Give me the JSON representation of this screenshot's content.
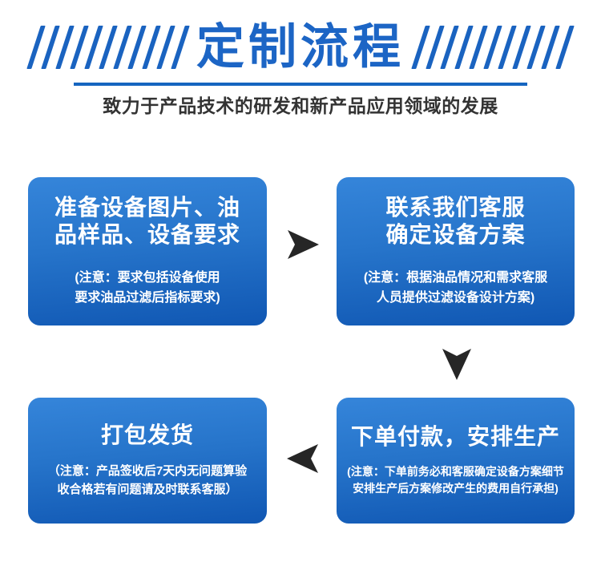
{
  "page": {
    "title": "定制流程",
    "subtitle": "致力于产品技术的研发和新产品应用领域的发展"
  },
  "decor": {
    "slash_count_left": 11,
    "slash_count_right": 11
  },
  "colors": {
    "title_blue": "#1c65c5",
    "slash_blue": "#1a63c0",
    "divider_blue": "#1565c0",
    "subtitle_text": "#333333",
    "box_top": "#3585da",
    "box_bottom": "#1057b3",
    "arrow": "#262626"
  },
  "steps": [
    {
      "title_lines": [
        "准备设备图片、油",
        "品样品、设备要求"
      ],
      "note_lines": [
        "(注意：要求包括设备使用",
        "要求油品过滤后指标要求)"
      ]
    },
    {
      "title_lines": [
        "联系我们客服",
        "确定设备方案"
      ],
      "note_lines": [
        "(注意：根据油品情况和需求客服",
        "人员提供过滤设备设计方案)"
      ]
    },
    {
      "title_lines": [
        "下单付款，安排生产"
      ],
      "note_lines": [
        "(注意：下单前务必和客服确定设备方案细节",
        "安排生产后方案修改产生的费用自行承担)"
      ]
    },
    {
      "title_lines": [
        "打包发货"
      ],
      "note_lines": [
        "（注意：产品签收后7天内无问题算验",
        "收合格若有问题请及时联系客服）"
      ]
    }
  ]
}
